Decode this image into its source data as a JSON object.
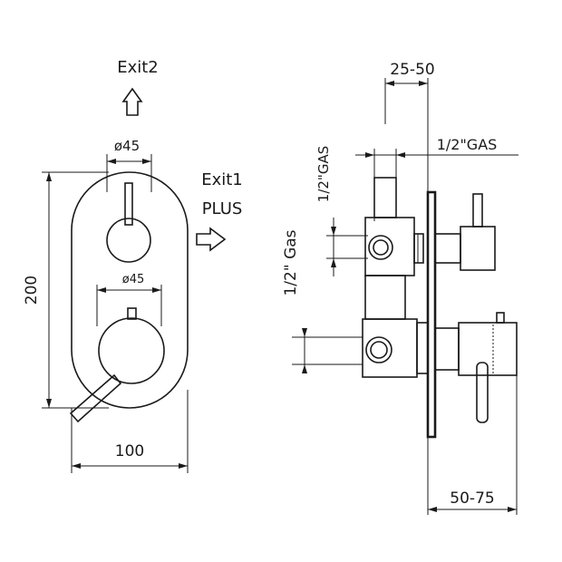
{
  "front_view": {
    "exit2_label": "Exit2",
    "top_diameter": "ø45",
    "bottom_diameter": "ø45",
    "height_dim": "200",
    "width_dim": "100"
  },
  "side_view": {
    "depth_top_dim": "25-50",
    "gas_horizontal": "1/2\"GAS",
    "gas_vertical_upper": "1/2\"GAS",
    "gas_vertical_lower": "1/2\" Gas",
    "depth_bottom_dim": "50-75"
  },
  "exit1": {
    "line1": "Exit1",
    "line2": "PLUS"
  }
}
